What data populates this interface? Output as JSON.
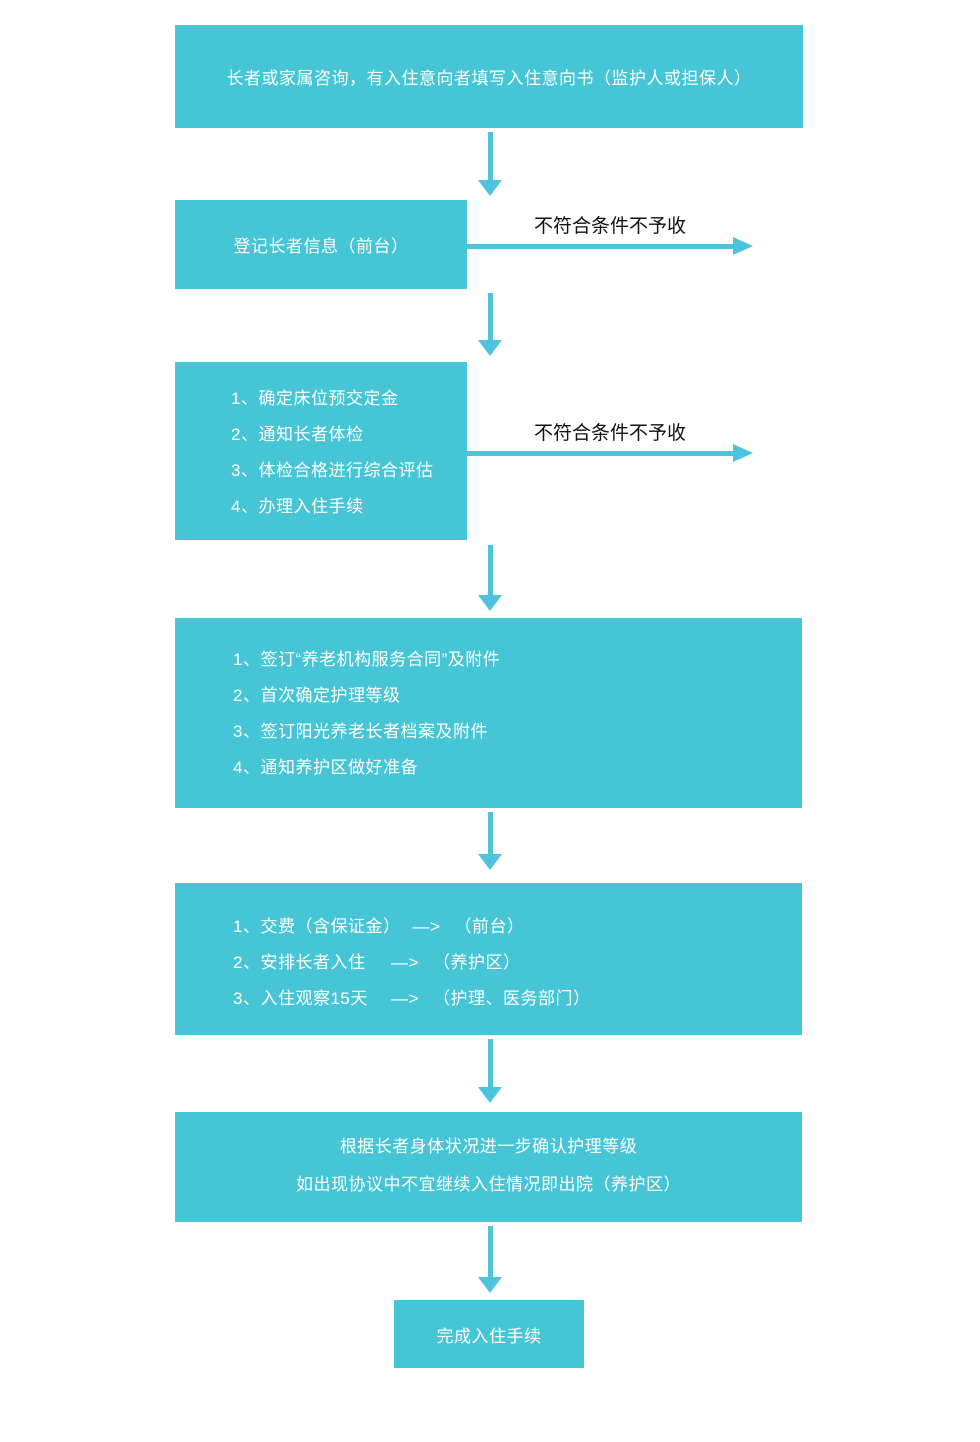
{
  "colors": {
    "node_fill": "#45C5D6",
    "arrow": "#4EC4DC",
    "node_text": "#FFFFFF",
    "branch_label_text": "#111111",
    "background": "#FFFFFF"
  },
  "nodes": {
    "consult": {
      "text": "长者或家属咨询，有入住意向者填写入住意向书（监护人或担保人）"
    },
    "register": {
      "text": "登记长者信息（前台）"
    },
    "prepare": {
      "items": [
        "1、确定床位预交定金",
        "2、通知长者体检",
        "3、体检合格进行综合评估",
        "4、办理入住手续"
      ]
    },
    "contract": {
      "items": [
        "1、签订“养老机构服务合同”及附件",
        "2、首次确定护理等级",
        "3、签订阳光养老长者档案及附件",
        "4、通知养护区做好准备"
      ]
    },
    "checkin": {
      "rows": [
        {
          "label": "1、交费（含保证金）",
          "arrow": "—>",
          "dest": "（前台）"
        },
        {
          "label": "2、安排长者入住",
          "arrow": "—>",
          "dest": "（养护区）"
        },
        {
          "label": "3、入住观察15天",
          "arrow": "—>",
          "dest": "（护理、医务部门）"
        }
      ]
    },
    "review": {
      "lines": [
        "根据长者身体状况进一步确认护理等级",
        "如出现协议中不宜继续入住情况即出院（养护区）"
      ]
    },
    "complete": {
      "text": "完成入住手续"
    }
  },
  "branches": {
    "reject1": {
      "label": "不符合条件不予收"
    },
    "reject2": {
      "label": "不符合条件不予收"
    }
  }
}
